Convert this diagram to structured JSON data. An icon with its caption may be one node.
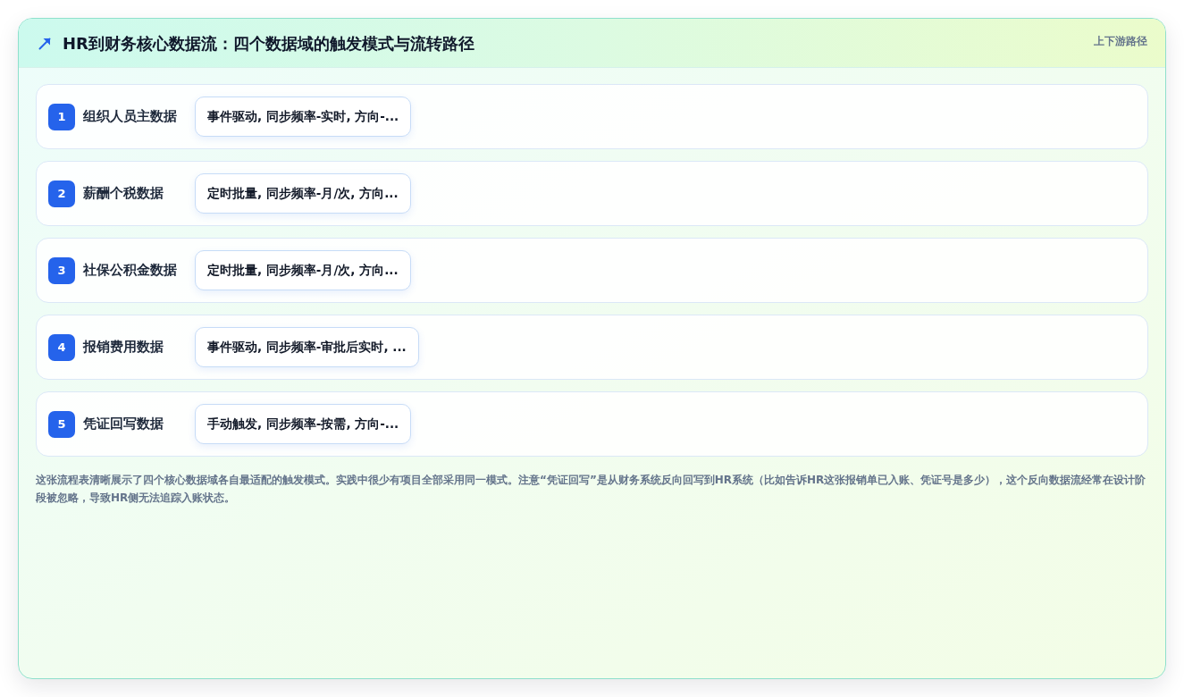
{
  "diagram": {
    "title": "HR到财务核心数据流：四个数据域的触发模式与流转路径",
    "nodes": [
      {
        "text": [
          "组织人员主数据"
        ]
      },
      {
        "text": [
          "1"
        ],
        "in": 0
      },
      {
        "text": [
          "事件驱动, 同步频率-实时, 方向-..."
        ],
        "in": 0
      },
      {
        "text": [
          "薪酬个税数据"
        ]
      },
      {
        "text": [
          "2"
        ],
        "in": 3
      },
      {
        "text": [
          "定时批量, 同步频率-月/次, 方向..."
        ],
        "in": 3
      },
      {
        "text": [
          "社保公积金数据"
        ]
      },
      {
        "text": [
          "3"
        ],
        "in": 6
      },
      {
        "text": [
          "定时批量, 同步频率-月/次, 方向..."
        ],
        "in": 6
      },
      {
        "text": [
          "报销费用数据"
        ]
      },
      {
        "text": [
          "4"
        ],
        "in": 9
      },
      {
        "text": [
          "事件驱动, 同步频率-审批后实时, ..."
        ],
        "in": 9
      },
      {
        "text": [
          "凭证回写数据"
        ]
      },
      {
        "text": [
          "5"
        ],
        "in": 12
      },
      {
        "text": [
          "手动触发, 同步频率-按需, 方向-..."
        ],
        "in": 12
      }
    ],
    "labels": [
      "上下游路径"
    ],
    "caption": "这张流程表清晰展示了四个核心数据域各自最适配的触发模式。实践中很少有项目全部采用同一模式。注意“凭证回写”是从财务系统反向回写到HR系统（比如告诉HR这张报销单已入账、凭证号是多少），这个反向数据流经常在设计阶段被忽略，导致HR侧无法追踪入账状态。"
  }
}
